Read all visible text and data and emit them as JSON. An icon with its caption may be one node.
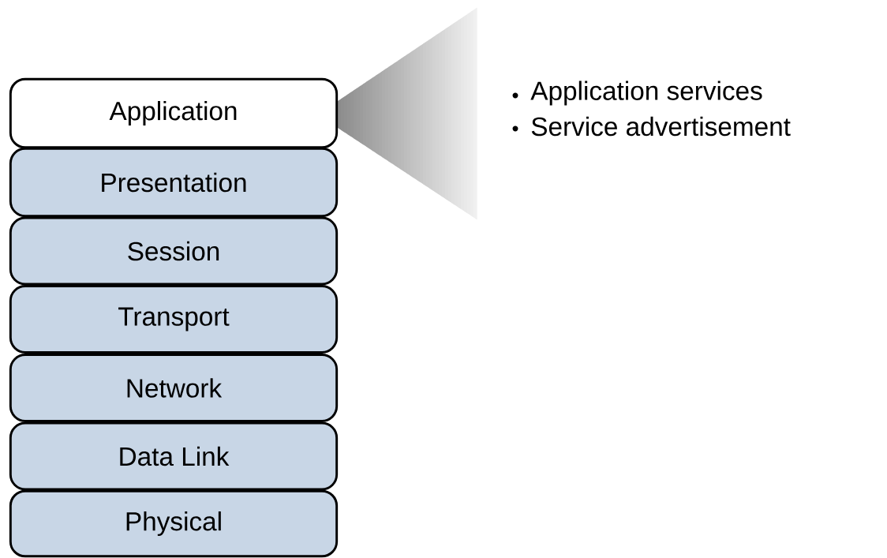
{
  "diagram": {
    "nodes": [
      {
        "text": [
          "Application"
        ]
      },
      {
        "text": [
          "Presentation"
        ]
      },
      {
        "text": [
          "Session"
        ]
      },
      {
        "text": [
          "Transport"
        ]
      },
      {
        "text": [
          "Network"
        ]
      },
      {
        "text": [
          "Data Link"
        ]
      },
      {
        "text": [
          "Physical"
        ]
      }
    ],
    "labels": [
      "Application services",
      "Service advertisement"
    ]
  }
}
